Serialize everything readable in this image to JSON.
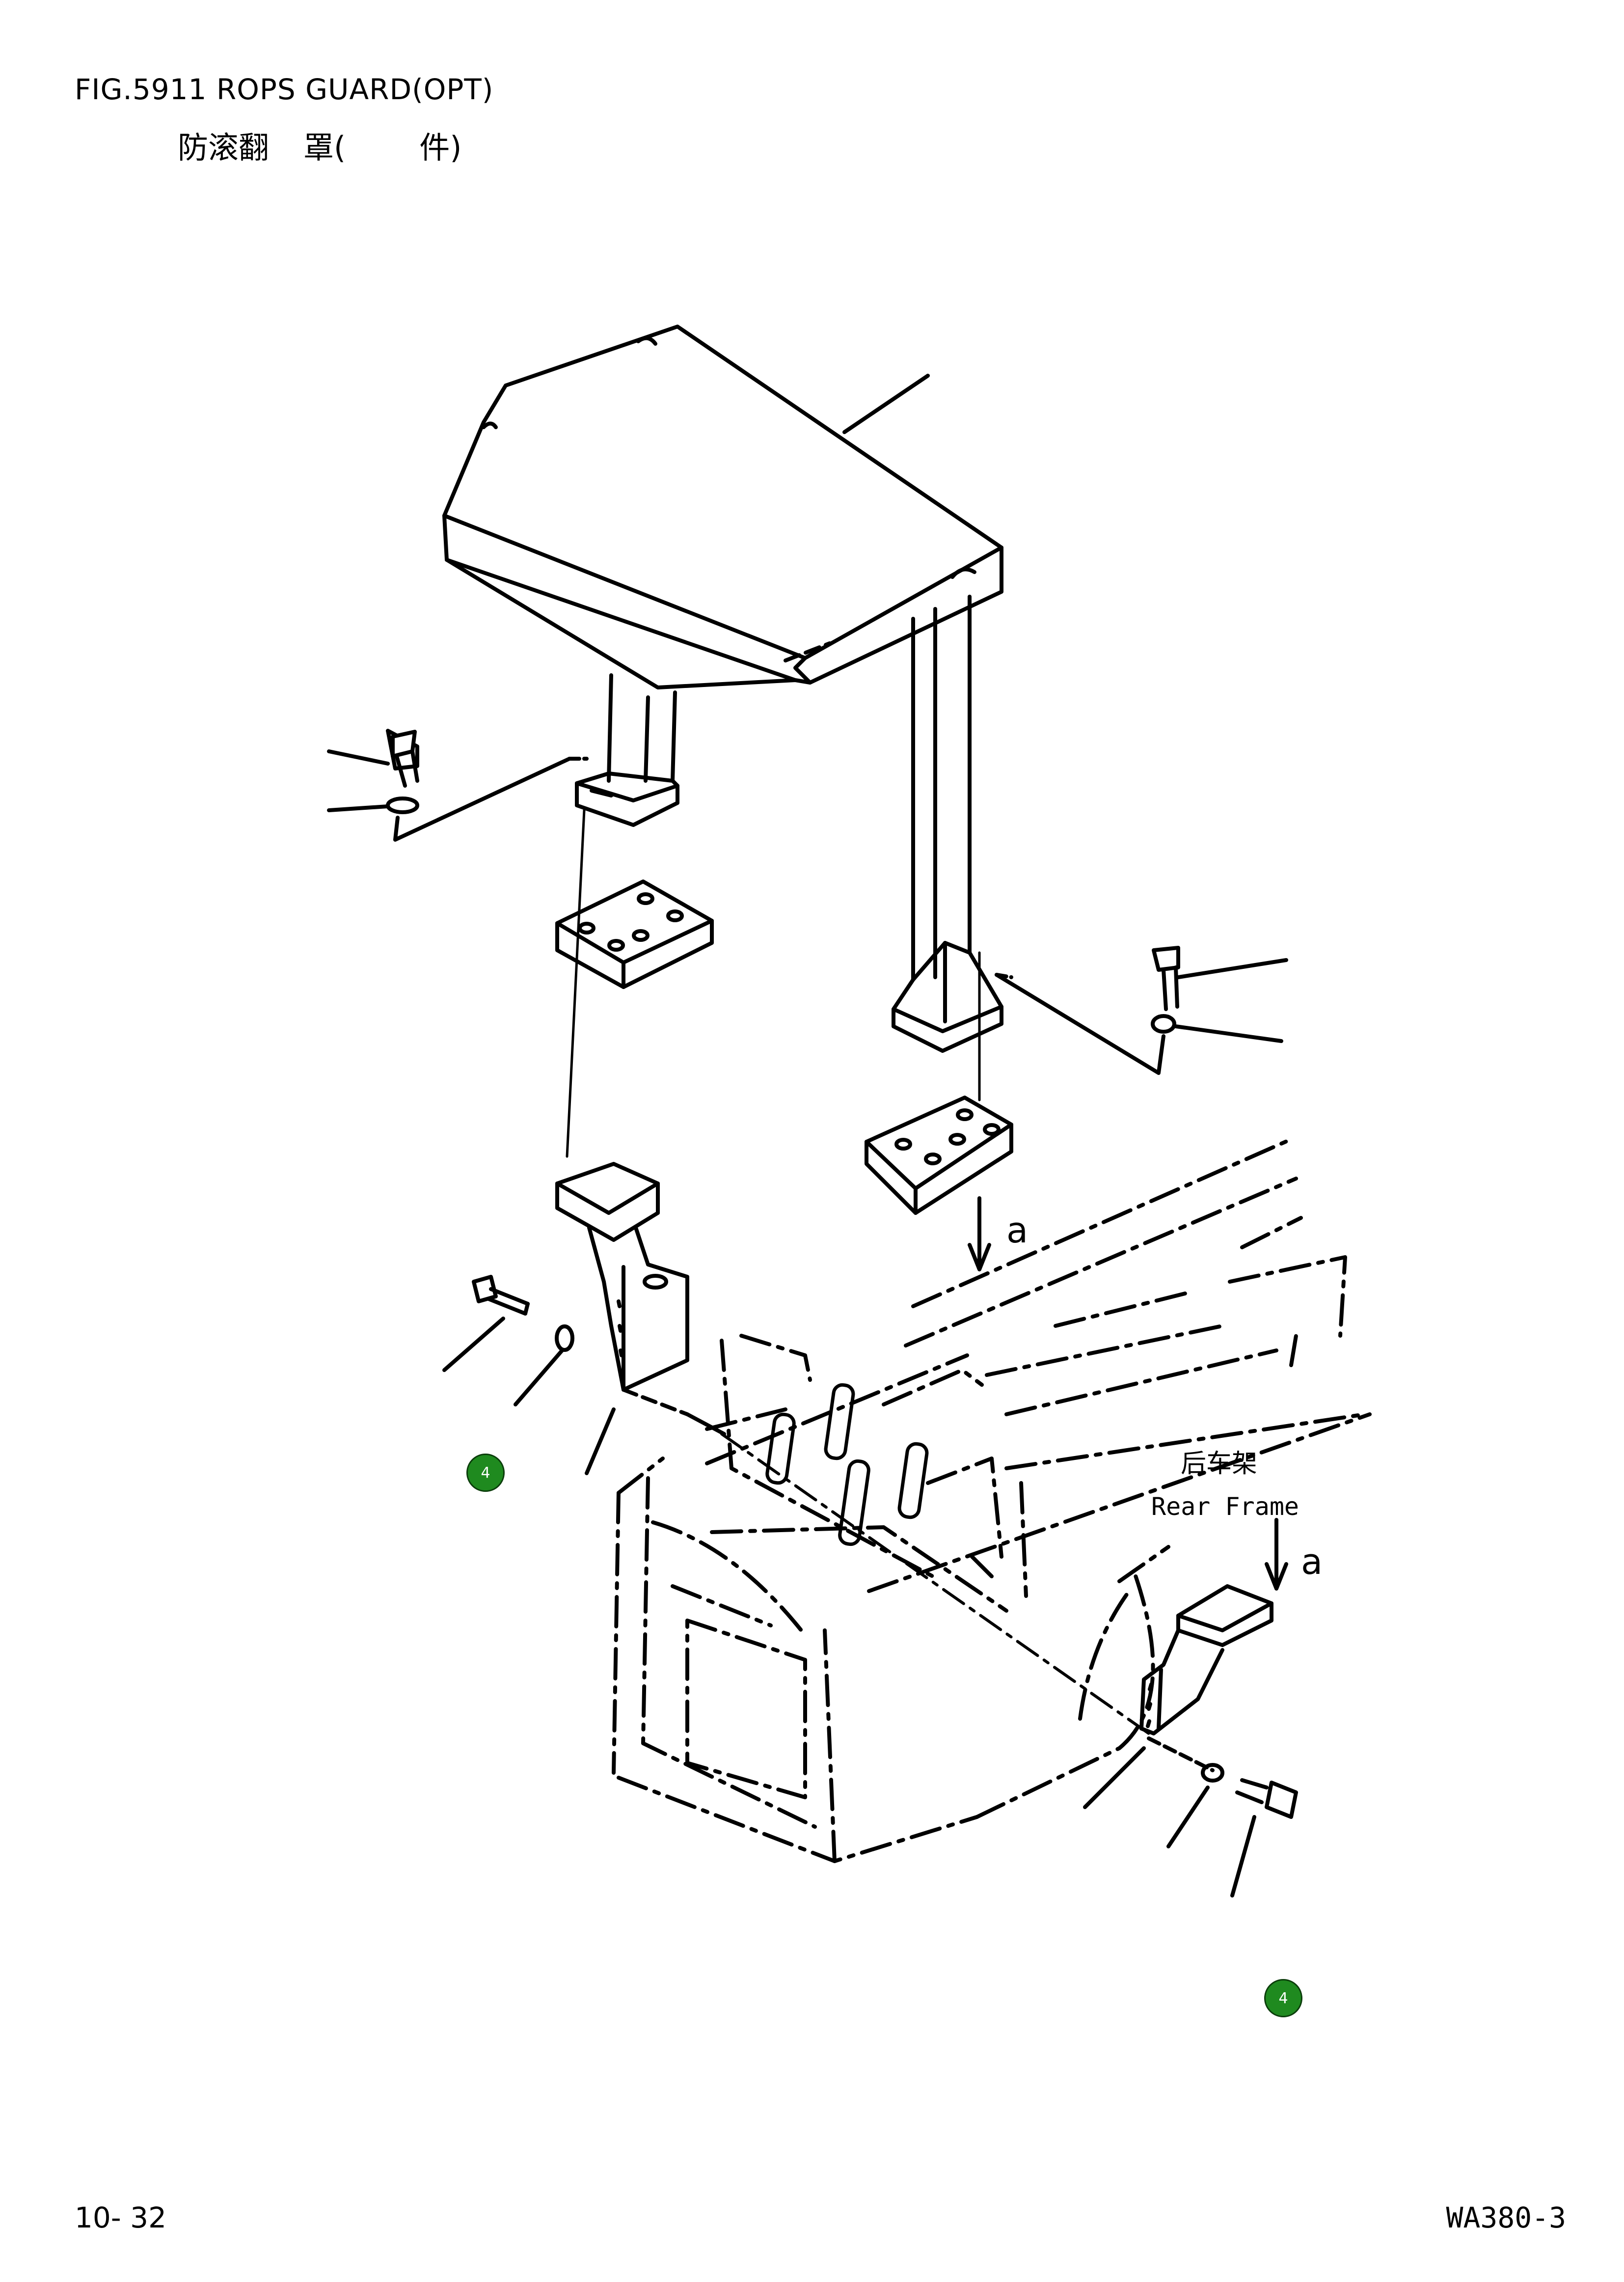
{
  "header": {
    "figure_title": "FIG.5911  ROPS GUARD(OPT)",
    "subtitle_left": "防滚翻",
    "subtitle_mid": "罩(",
    "subtitle_right": "件)"
  },
  "labels": {
    "arrow_a_top": "a",
    "arrow_a_right": "a",
    "rear_frame_cn": "后车架",
    "rear_frame_en": "Rear Frame"
  },
  "badges": [
    {
      "text": "4"
    },
    {
      "text": "4"
    }
  ],
  "footer": {
    "page": "10- 32",
    "model": "WA380-3"
  },
  "colors": {
    "line": "#000000",
    "badge_fill": "#1f8a1f"
  }
}
